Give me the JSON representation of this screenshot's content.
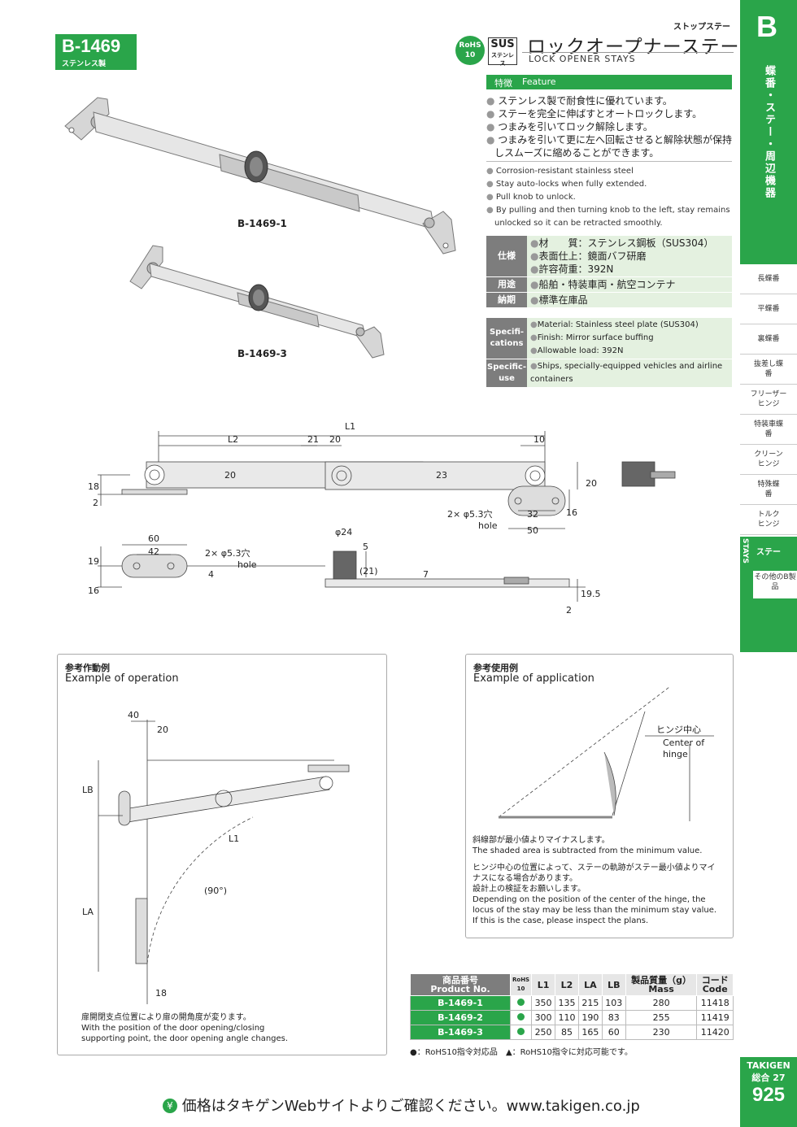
{
  "header": {
    "code": "B-1469",
    "code_sub": "ステンレス製",
    "rohs_badge": "RoHS 10",
    "sus_badge": "SUS",
    "sus_sub": "ステンレス",
    "category": "ストップステー",
    "title_jp": "ロックオープナーステー",
    "title_en": "LOCK OPENER STAYS"
  },
  "sidebar": {
    "letter": "B",
    "vertical_title": "蝶番・ステー・周辺機器",
    "items": [
      "長蝶番",
      "平蝶番",
      "裏蝶番",
      "抜差し蝶番",
      "フリーザーヒンジ",
      "特装車蝶番",
      "クリーンヒンジ",
      "特殊蝶番",
      "トルクヒンジ"
    ],
    "stays_vertical": "STAYS",
    "stays_label": "ステー",
    "other_label": "その他のB製品",
    "brand": "TAKIGEN",
    "catalog": "総合 27",
    "page_number": "925"
  },
  "features": {
    "heading_jp": "特徴",
    "heading_en": "Feature",
    "jp": [
      "ステンレス製で耐食性に優れています。",
      "ステーを完全に伸ばすとオートロックします。",
      "つまみを引いてロック解除します。",
      "つまみを引いて更に左へ回転させると解除状態が保持しスムーズに縮めることができます。"
    ],
    "en": [
      "Corrosion-resistant stainless steel",
      "Stay auto-locks when fully extended.",
      "Pull knob to unlock.",
      "By pulling and then turning knob to the left, stay remains unlocked so it can be retracted smoothly."
    ]
  },
  "spec_jp": [
    {
      "head": "仕様",
      "lines": [
        "材　　質：ステンレス鋼板（SUS304）",
        "表面仕上：鏡面バフ研磨",
        "許容荷重：392N"
      ]
    },
    {
      "head": "用途",
      "lines": [
        "船舶・特装車両・航空コンテナ"
      ]
    },
    {
      "head": "納期",
      "lines": [
        "標準在庫品"
      ]
    }
  ],
  "spec_en": [
    {
      "head": "Specifi-cations",
      "lines": [
        "Material: Stainless steel plate (SUS304)",
        "Finish: Mirror surface buffing",
        "Allowable load: 392N"
      ]
    },
    {
      "head": "Specific-use",
      "lines": [
        "Ships, specially-equipped vehicles and airline containers"
      ]
    }
  ],
  "product_labels": [
    "B-1469-1",
    "B-1469-3"
  ],
  "drawing": {
    "L1": "L1",
    "L2": "L2",
    "d21": "21",
    "d20a": "20",
    "d10": "10",
    "d23": "23",
    "d20b": "20",
    "d20c": "20",
    "d18": "18",
    "d2": "2",
    "d32": "32",
    "d50": "50",
    "d16": "16",
    "hole_top": "2× φ5.3穴",
    "hole_top_en": "hole",
    "d60": "60",
    "d42": "42",
    "hole_bot": "2× φ5.3穴",
    "hole_bot_en": "hole",
    "d4": "4",
    "d19": "19",
    "d16b": "16",
    "phi24": "φ24",
    "d5": "5",
    "d21p": "(21)",
    "d7": "7",
    "d195": "19.5",
    "d2b": "2"
  },
  "operation": {
    "title_jp": "参考作動例",
    "title_en": "Example of operation",
    "d40": "40",
    "d20": "20",
    "LB": "LB",
    "LA": "LA",
    "L1": "L1",
    "angle": "(90°)",
    "d18": "18",
    "note_jp": "扉開閉支点位置により扉の開角度が変ります。",
    "note_en1": "With the position of the door opening/closing",
    "note_en2": "supporting point, the door opening angle changes."
  },
  "application": {
    "title_jp": "参考使用例",
    "title_en": "Example of application",
    "hinge_jp": "ヒンジ中心",
    "hinge_en1": "Center of",
    "hinge_en2": "hinge",
    "notes": [
      "斜線部が最小値よりマイナスします。",
      "The shaded area is subtracted from the minimum value.",
      "",
      "ヒンジ中心の位置によって、ステーの軌跡がステー最小値よりマイ",
      "ナスになる場合があります。",
      "設計上の検証をお願いします。",
      "Depending on the position of the center of the hinge, the",
      "locus of the stay may be less than the minimum stay value.",
      "If this is the case, please inspect the plans."
    ]
  },
  "table": {
    "headers": {
      "product_jp": "商品番号",
      "product_en": "Product No.",
      "rohs": "RoHS 10",
      "l1": "L1",
      "l2": "L2",
      "la": "LA",
      "lb": "LB",
      "mass_jp": "製品質量（g）",
      "mass_en": "Mass",
      "code_jp": "コード",
      "code_en": "Code"
    },
    "rows": [
      {
        "no": "B-1469-1",
        "l1": "350",
        "l2": "135",
        "la": "215",
        "lb": "103",
        "mass": "280",
        "code": "11418"
      },
      {
        "no": "B-1469-2",
        "l1": "300",
        "l2": "110",
        "la": "190",
        "lb": "83",
        "mass": "255",
        "code": "11419"
      },
      {
        "no": "B-1469-3",
        "l1": "250",
        "l2": "85",
        "la": "165",
        "lb": "60",
        "mass": "230",
        "code": "11420"
      }
    ],
    "legend_dot": "●：RoHS10指令対応品",
    "legend_tri": "▲：RoHS10指令に対応可能です。"
  },
  "footer": {
    "yen": "¥",
    "text": "価格はタキゲンWebサイトよりご確認ください。",
    "url": "www.takigen.co.jp"
  },
  "colors": {
    "brand_green": "#2aa54a",
    "spec_bg": "#e4f1e0",
    "header_gray": "#7d7d7d"
  }
}
